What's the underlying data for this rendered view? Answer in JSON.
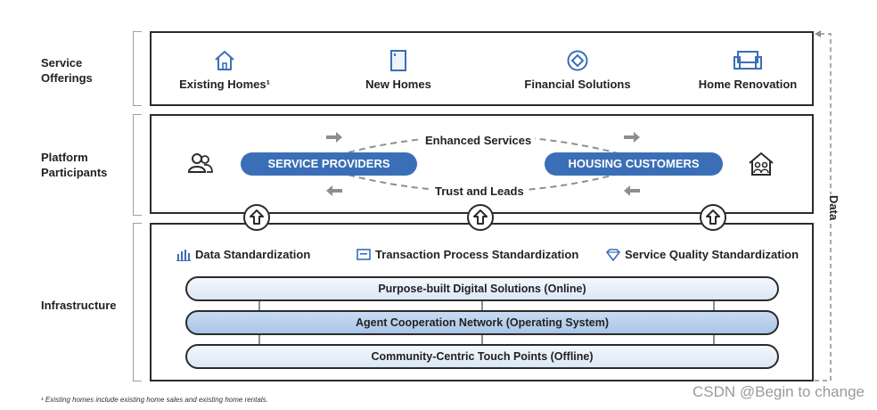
{
  "rows": {
    "service_offerings": "Service\nOfferings",
    "platform_participants": "Platform\nParticipants",
    "infrastructure": "Infrastructure"
  },
  "offerings": [
    {
      "label": "Existing Homes¹",
      "icon": "house-icon"
    },
    {
      "label": "New Homes",
      "icon": "building-icon"
    },
    {
      "label": "Financial Solutions",
      "icon": "coin-icon"
    },
    {
      "label": "Home Renovation",
      "icon": "sofa-icon"
    }
  ],
  "platform": {
    "left_pill": "SERVICE PROVIDERS",
    "right_pill": "HOUSING CUSTOMERS",
    "top_flow": "Enhanced Services",
    "bottom_flow": "Trust and Leads",
    "left_icon": "people-icon",
    "right_icon": "home-people-icon"
  },
  "standardizations": [
    {
      "label": "Data Standardization",
      "icon": "bar-chart-icon"
    },
    {
      "label": "Transaction Process Standardization",
      "icon": "document-icon"
    },
    {
      "label": "Service Quality Standardization",
      "icon": "diamond-icon"
    }
  ],
  "layers": [
    "Purpose-built Digital Solutions (Online)",
    "Agent Cooperation Network (Operating System)",
    "Community-Centric Touch Points (Offline)"
  ],
  "side_label": "Data",
  "footnote": "¹ Existing homes include existing home sales and existing home rentals.",
  "watermark": "CSDN @Begin to change",
  "colors": {
    "accent": "#3a6fb7",
    "border": "#2b2b2b",
    "layer_light": "#dbe7f6",
    "layer_mid": "#a9c5e8"
  }
}
